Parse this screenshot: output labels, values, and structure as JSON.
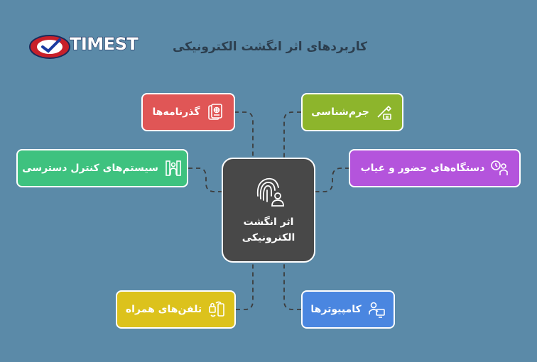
{
  "logo": {
    "text": "TIMEST"
  },
  "title": "کاربردهای اثر انگشت الکترونیکی",
  "center": {
    "line1": "اثر انگشت",
    "line2": "الکترونیکی",
    "icon": "fingerprint-user-icon"
  },
  "nodes": {
    "passports": {
      "label": "گذرنامه‌ها",
      "icon": "passport-icon",
      "color": "#e05656"
    },
    "forensics": {
      "label": "جرم‌شناسی",
      "icon": "forensics-brush-icon",
      "color": "#8db52c"
    },
    "access": {
      "label": "سیستم‌های کنترل دسترسی",
      "icon": "access-gate-icon",
      "color": "#3ec27f"
    },
    "attendance": {
      "label": "دستگاه‌های حضور و غیاب",
      "icon": "clock-person-icon",
      "color": "#b454dc"
    },
    "phones": {
      "label": "تلفن‌های همراه",
      "icon": "phone-lock-icon",
      "color": "#dcc21c"
    },
    "computers": {
      "label": "کامپیوترها",
      "icon": "computer-user-icon",
      "color": "#4a86e0"
    }
  }
}
